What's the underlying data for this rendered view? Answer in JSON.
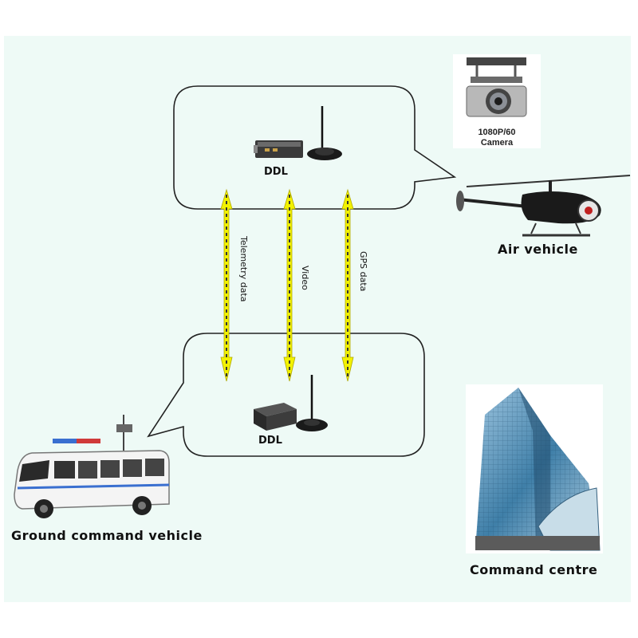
{
  "diagram": {
    "air_ddl_label": "DDL",
    "ground_ddl_label": "DDL",
    "links": [
      {
        "label": "Telemetry data"
      },
      {
        "label": "Video"
      },
      {
        "label": "GPS data"
      }
    ],
    "camera": {
      "line1": "1080P/60",
      "line2": "Camera"
    },
    "air_vehicle_label": "Air vehicle",
    "ground_vehicle_label": "Ground command vehicle",
    "command_centre_label": "Command centre",
    "colors": {
      "link_fill": "#f2f200",
      "link_dash": "#333333",
      "background": "#eefaf6"
    }
  }
}
